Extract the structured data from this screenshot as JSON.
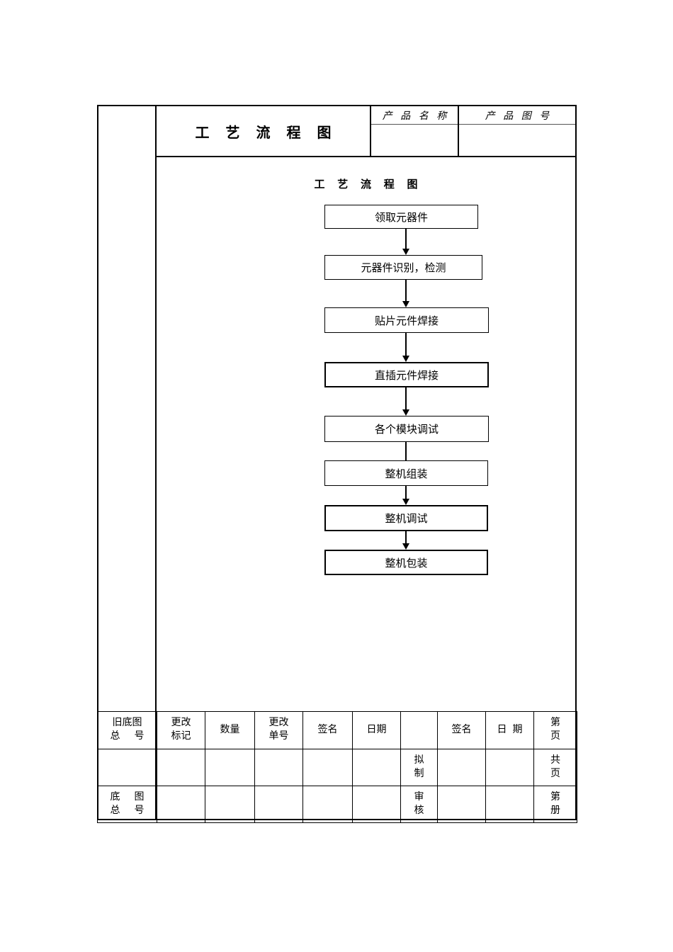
{
  "title_block": {
    "doc_title": "工 艺 流 程 图",
    "product_name_label": "产 品 名 称",
    "product_drawing_no_label": "产 品 图 号",
    "product_name_value": "",
    "product_drawing_no_value": ""
  },
  "drawing": {
    "inner_title": "工 艺 流 程 图",
    "flow_steps": [
      {
        "label": "领取元器件"
      },
      {
        "label": "元器件识别，检测"
      },
      {
        "label": "贴片元件焊接"
      },
      {
        "label": "直插元件焊接"
      },
      {
        "label": "各个模块调试"
      },
      {
        "label": "整机组装"
      },
      {
        "label": "整机调试"
      },
      {
        "label": "整机包装"
      }
    ]
  },
  "record_table": {
    "header": [
      {
        "line1": "旧底图",
        "line2": "总",
        "line2b": "号"
      },
      {
        "line1": "更改",
        "line2": "标记"
      },
      {
        "line1": "数量"
      },
      {
        "line1": "更改",
        "line2": "单号"
      },
      {
        "line1": "签名"
      },
      {
        "line1": "日期"
      },
      {
        "line1": ""
      },
      {
        "line1": "签名"
      },
      {
        "line1": "日",
        "line1b": "期"
      },
      {
        "line1": "第",
        "line2": "页"
      }
    ],
    "row2": {
      "old_drawing_total_no": "",
      "change_mark": "",
      "quantity": "",
      "change_order_no": "",
      "signature": "",
      "date": "",
      "role": "拟制",
      "role_line1": "拟",
      "role_line2": "制",
      "signature2": "",
      "date2": "",
      "page_line1": "共",
      "page_line2": "页"
    },
    "row3": {
      "old_drawing_total_no_line1": "底",
      "old_drawing_total_no_line1b": "图",
      "old_drawing_total_no_line2": "总",
      "old_drawing_total_no_line2b": "号",
      "change_mark": "",
      "quantity": "",
      "change_order_no": "",
      "signature": "",
      "date": "",
      "role_line1": "审",
      "role_line2": "核",
      "signature2": "",
      "date2": "",
      "page_line1": "第",
      "page_line2": "册"
    }
  }
}
